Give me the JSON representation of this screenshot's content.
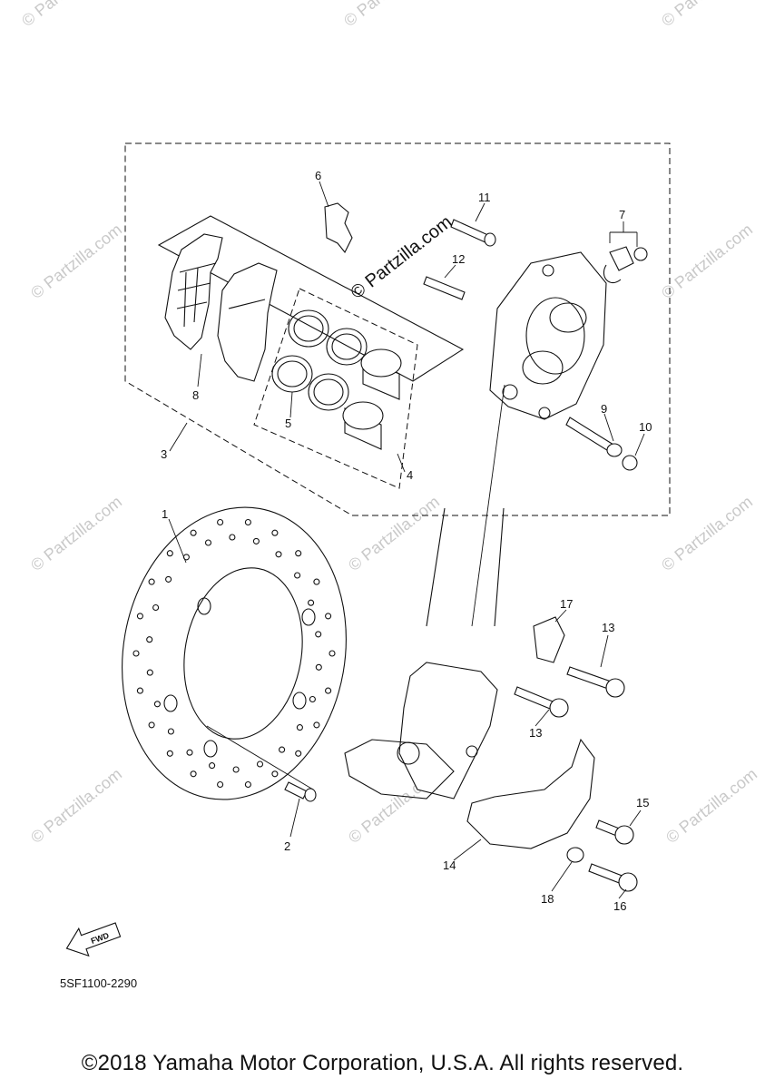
{
  "diagram": {
    "callouts": [
      {
        "id": "1",
        "label": "1"
      },
      {
        "id": "2",
        "label": "2"
      },
      {
        "id": "3",
        "label": "3"
      },
      {
        "id": "4",
        "label": "4"
      },
      {
        "id": "5",
        "label": "5"
      },
      {
        "id": "6",
        "label": "6"
      },
      {
        "id": "7",
        "label": "7"
      },
      {
        "id": "8",
        "label": "8"
      },
      {
        "id": "9",
        "label": "9"
      },
      {
        "id": "10",
        "label": "10"
      },
      {
        "id": "11",
        "label": "11"
      },
      {
        "id": "12",
        "label": "12"
      },
      {
        "id": "13a",
        "label": "13"
      },
      {
        "id": "13b",
        "label": "13"
      },
      {
        "id": "14",
        "label": "14"
      },
      {
        "id": "15",
        "label": "15"
      },
      {
        "id": "16",
        "label": "16"
      },
      {
        "id": "17",
        "label": "17"
      },
      {
        "id": "18",
        "label": "18"
      }
    ],
    "fwd_label": "FWD",
    "diagram_code": "5SF1100-2290",
    "center_watermark": "© Partzilla.com",
    "watermark_text": "© Partzilla.com"
  },
  "footer": {
    "copyright": "©2018 Yamaha Motor Corporation, U.S.A. All rights reserved."
  }
}
